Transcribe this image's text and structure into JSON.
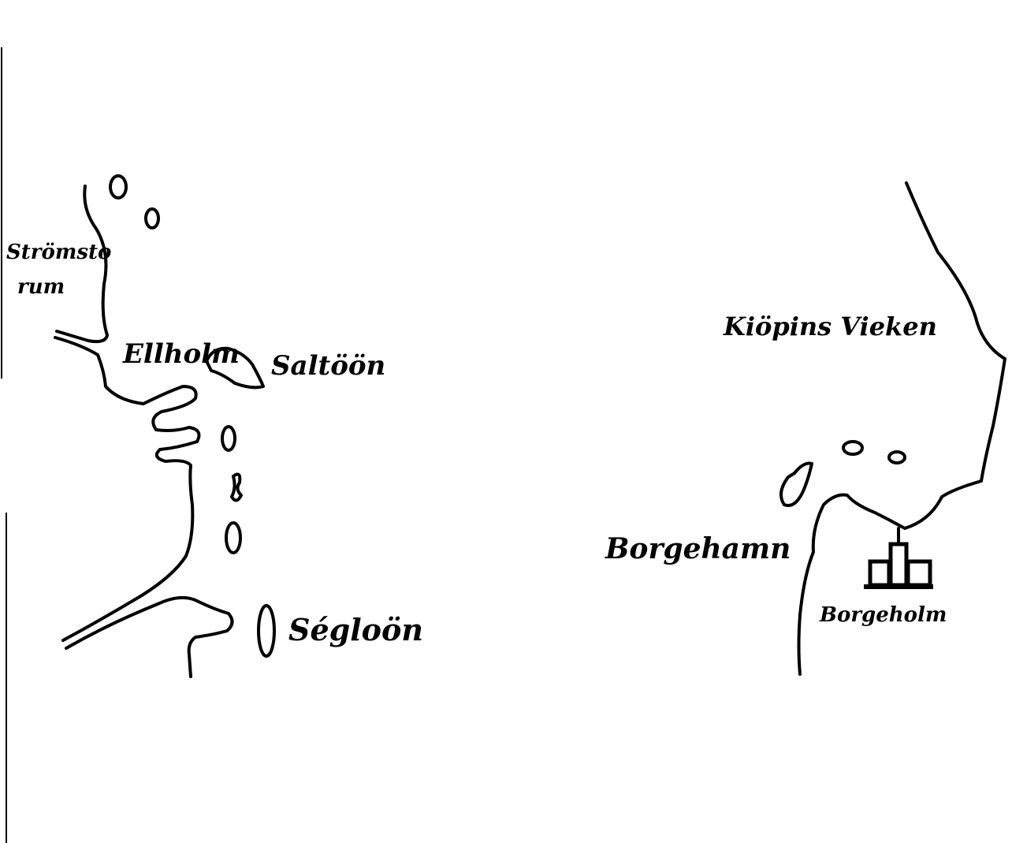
{
  "map": {
    "labels": {
      "stromstorum_line1": "Strömsto",
      "stromstorum_line2": "rum",
      "ellholm": "Ellholm",
      "saltoon": "Saltöön",
      "segloon": "Ségloön",
      "kiopins_vieken": "Kiöpins Vieken",
      "borgehamn": "Borgehamn",
      "borgeholm": "Borgeholm"
    },
    "colors": {
      "ink": "#000000",
      "paper": "#ffffff"
    }
  }
}
